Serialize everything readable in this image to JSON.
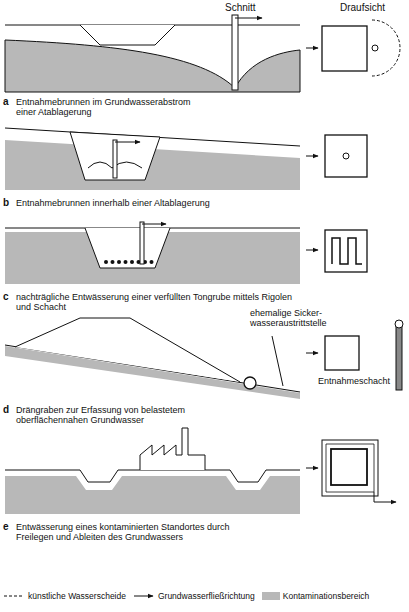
{
  "diagram": {
    "labels": [
      "Schnitt",
      "Draufsicht",
      "a",
      "Entnahmebrunnen im Grundwasserabstrom einer Atablagerung",
      "b",
      "Entnahmebrunnen innerhalb einer Altablagerung",
      "c",
      "nachträgliche Entwässerung einer verfüllten Tongrube mittels Rigolen und Schacht",
      "ehemalige Sicker- wasseraustrittstelle",
      "Entnahmeschacht",
      "d",
      "Drängraben zur Erfassung von belastetem oberflächennahen Grundwasser",
      "e",
      "Entwässerung eines kontaminierten Standortes durch Freilegen und Ableiten des Grundwassers"
    ],
    "legend": [
      {
        "text": "künstliche Wasserscheide"
      },
      {
        "text": "Grundwasserfließrichtung"
      },
      {
        "text": "Kontaminationsbereich",
        "color": "#b8b8b8"
      }
    ]
  }
}
